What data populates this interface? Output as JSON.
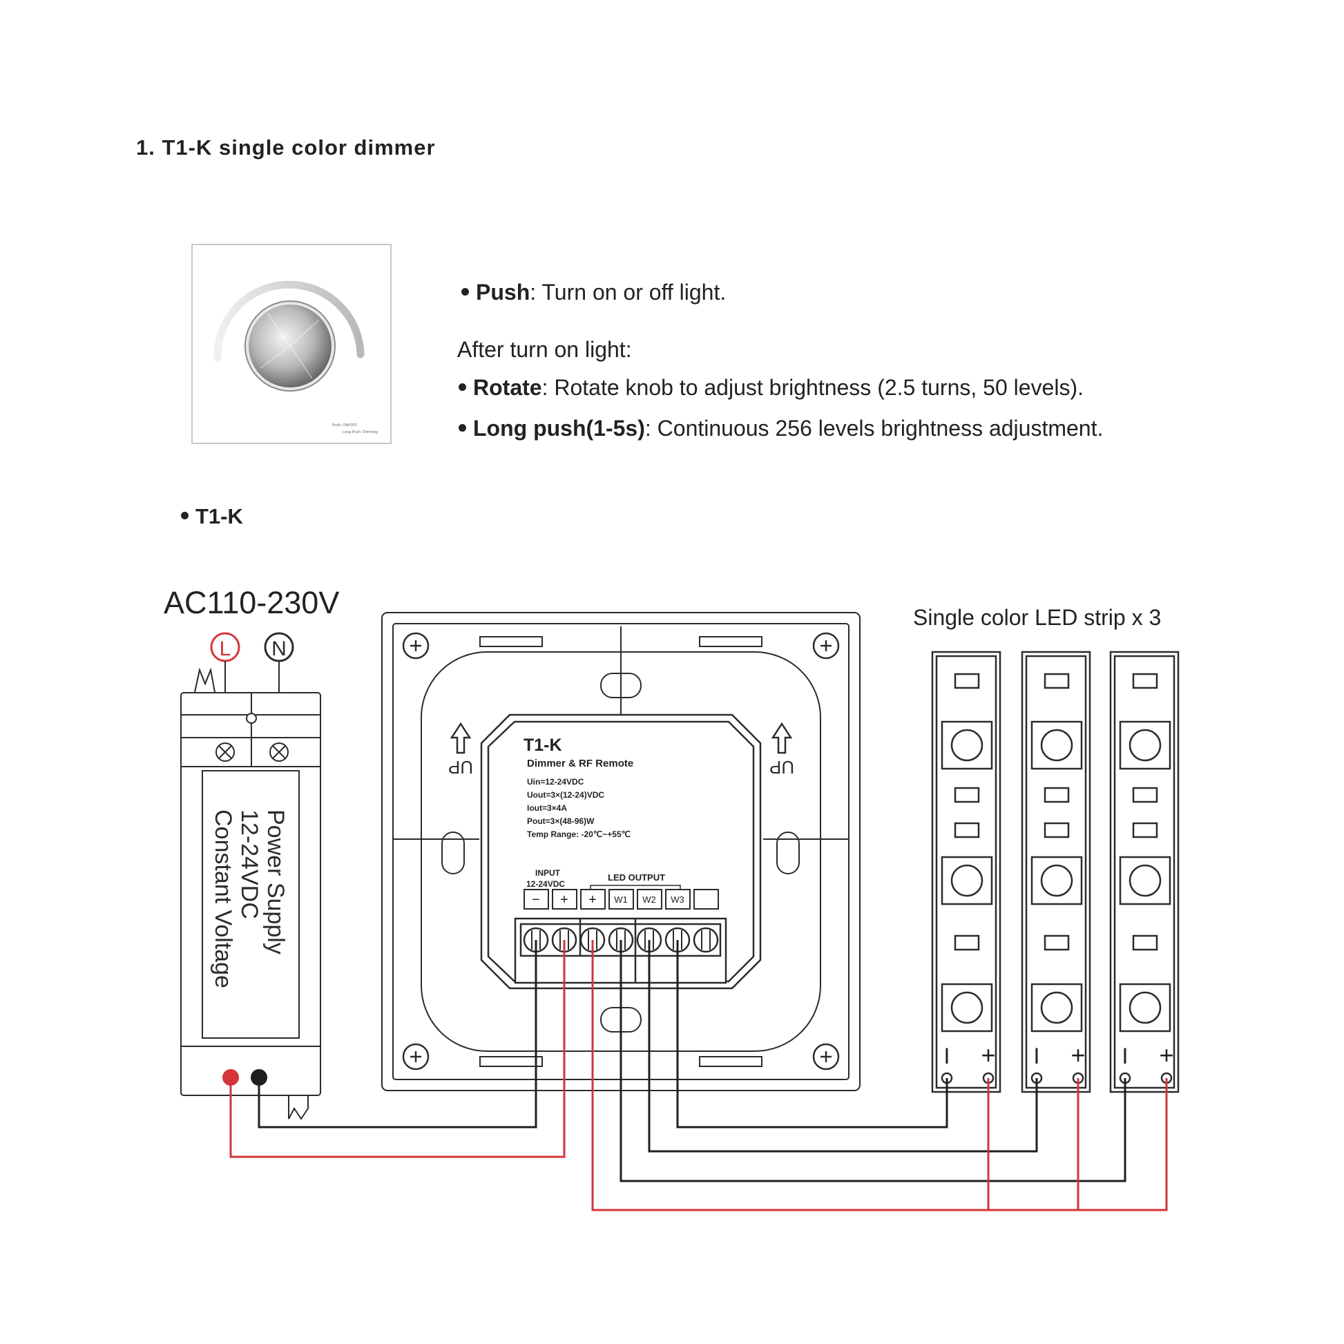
{
  "heading": "1. T1-K  single color dimmer",
  "panel_caption": [
    "Push: ON/OFF",
    "Long Push: Dimming"
  ],
  "push": {
    "label": "Push",
    "text": ": Turn on or off light."
  },
  "after_label": "After turn on light:",
  "rotate": {
    "label": "Rotate",
    "text": ": Rotate knob to adjust brightness (2.5 turns, 50 levels)."
  },
  "long_push": {
    "label": "Long push(1-5s)",
    "text": ": Continuous 256 levels brightness adjustment."
  },
  "section_label": "T1-K",
  "diagram": {
    "ac_label": "AC110-230V",
    "live_label": "L",
    "neutral_label": "N",
    "psu_lines": [
      "Power Supply",
      "12-24VDC",
      "Constant Voltage"
    ],
    "up_label": "UP",
    "model": "T1-K",
    "subtitle": "Dimmer & RF Remote",
    "specs": [
      "Uin=12-24VDC",
      "Uout=3×(12-24)VDC",
      "Iout=3×4A",
      "Pout=3×(48-96)W",
      "Temp Range: -20℃~+55℃"
    ],
    "input_label": "INPUT",
    "input_voltage": "12-24VDC",
    "led_output_label": "LED OUTPUT",
    "terminals": [
      "−",
      "+",
      "+",
      "W1",
      "W2",
      "W3"
    ],
    "strip_title": "Single color LED strip x 3",
    "strip_minus": "I",
    "strip_plus": "+",
    "colors": {
      "red_wire": "#d5343a",
      "black_wire": "#1f1f1f",
      "line": "#2b2b2b"
    }
  }
}
